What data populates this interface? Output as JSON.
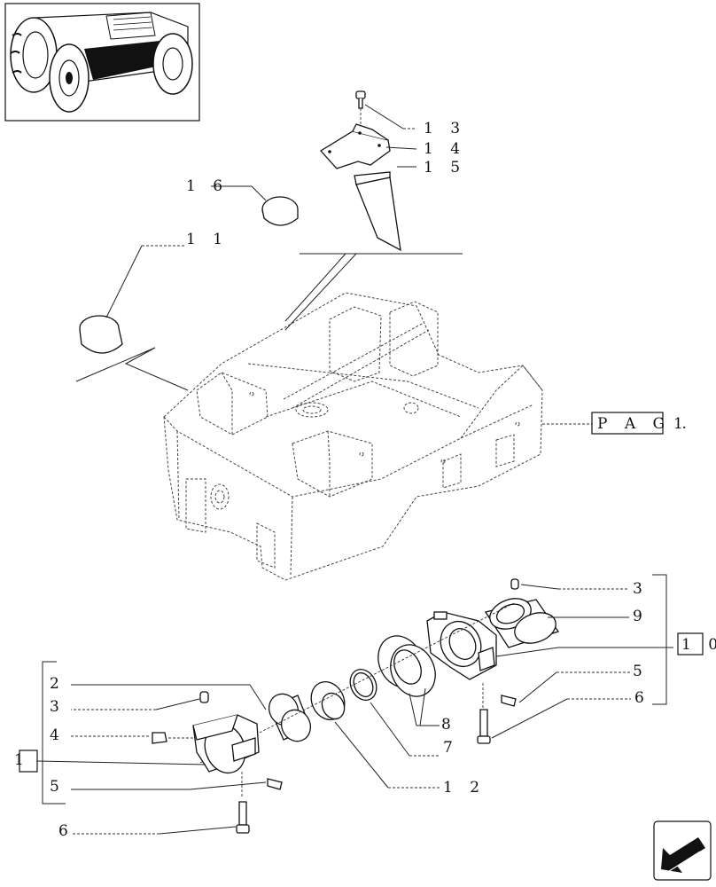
{
  "callouts": {
    "c13": "1 3",
    "c14": "1 4",
    "c15": "1 5",
    "c16": "1 6",
    "c11": "1 1",
    "pag": "P A G .",
    "pag_num": "1",
    "r3": "3",
    "r9": "9",
    "r10": "1 0",
    "r5": "5",
    "r6": "6",
    "r8": "8",
    "r7": "7",
    "r12": "1 2",
    "l2": "2",
    "l3": "3",
    "l4": "4",
    "l1": "1",
    "l5": "5",
    "l6": "6"
  },
  "colors": {
    "ink": "#111111",
    "paper": "#ffffff",
    "thumb_fill": "#222222"
  },
  "icons": {
    "thumbnail": "tractor-thumbnail-icon",
    "nav": "next-page-arrow-icon"
  }
}
